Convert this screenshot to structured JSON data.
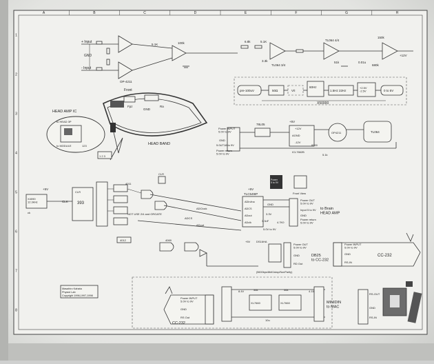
{
  "grid": {
    "top_letters": [
      "A",
      "B",
      "C",
      "D",
      "E",
      "F",
      "G",
      "H"
    ],
    "left_numbers": [
      "1",
      "2",
      "3",
      "4",
      "5",
      "6",
      "7",
      "8"
    ]
  },
  "amp": {
    "input_top": "+ Input",
    "input_bottom": "- Input",
    "gnd": "GND",
    "ic1": "OP-4211",
    "res_5k1": "5.1K",
    "res_100k": "100k",
    "res_33k": "3.3k",
    "cap_1u": "1u",
    "res_68k": "6.8k",
    "res_150k": "150k",
    "res_51k": "51k",
    "ic_tl064": "TL064 3/4",
    "ic_tl064b": "TL064 4/4",
    "v_plus12": "+12V",
    "cap_47n": "4.7n",
    "cap_001u": "0.01u",
    "res_680k": "680k"
  },
  "chain": {
    "in_label": "pre-100uV",
    "stage1": "50Ω",
    "stage2": "V/I",
    "stage3": "60Hz",
    "stage4": "1.5Hz  22Hz",
    "stage5": "+2.5V\n-2.5V",
    "out_label": "0 to 5V",
    "gain_label": "X50000"
  },
  "head": {
    "front": "Front",
    "rectus": "Ra",
    "pz": "Fpz",
    "gnd": "GND",
    "band": "HEAD BAND",
    "amp_ic": "HEAD AMP IC",
    "to_head": "to HEAD 3P",
    "to_module": "to MODULE",
    "module_val": "123",
    "conn": "1 2 3"
  },
  "power": {
    "reg": "78L05",
    "v5": "+5V",
    "v12": "+12V",
    "v_minus12": "-12V",
    "agnd": "AGND",
    "icl": "ICL7662B",
    "op": "OP4211",
    "tl": "TL064",
    "in_label": "Power INPUT\n5.0V to 9V",
    "gnd": "GND",
    "out_label": "5.0UT18 to 9V",
    "return_label": "Power return\n5.0V to 9V",
    "res_6k": "6000",
    "res_out": "5.1k"
  },
  "digital": {
    "v5": "+5V",
    "osc": "X4090\n12.3kHz",
    "osc_pin": "ck",
    "clk": "CLK",
    "counter": "393",
    "nand": "CLR",
    "label1": "NOT USE 2/4 and ORGATE",
    "ic1": "4011",
    "ic2": "4012",
    "ic3": "4069",
    "clr_tag": "CLR",
    "adclock": "ADClock",
    "adcs": "ADCS",
    "adout": "ADout"
  },
  "adc": {
    "chip": "TLC549IP",
    "pins": [
      "ADIn/ina",
      "ADCS",
      "ADout",
      "ADclk"
    ],
    "v5": "+5V",
    "gnd": "GND",
    "v33": "3.3V",
    "c33": "3.3nF",
    "power_label": "Power\n5 to 9V",
    "v_out": "Power OUT\n5.0V to 9V",
    "input": "Input 5 to 9V",
    "gnd2": "GND",
    "ret": "Power return\n5.0V to 9V",
    "to_brain": "to Brain\nHEAD AMP",
    "front_view": "Front View",
    "r4k7": "4.7K0",
    "r5v": "5.0V to 9V"
  },
  "rs232": {
    "chip": "DS16HA",
    "v5": "+5V",
    "out_label": "Power OUT\n5.0V to 9V",
    "gnd": "GND",
    "data": "RD Out",
    "db25": "DB25\nto CC-232",
    "baud": "(5600bps/8bit/1stop/NonParity)",
    "cc232": "CC-232",
    "power_in": "Power INPUT\n5.0V to 9V",
    "gnd2": "GND",
    "rs_in": "RS-IN"
  },
  "credit": {
    "line1": "Masahiro Kahata",
    "line2": "Physiol Lab",
    "line3": "Copyright 1996,1997,1998"
  },
  "bottom": {
    "cc232": "CC-232",
    "power_in": "Power INPUT\n5.0V to 9V",
    "gnd": "GND",
    "rs_out": "RS Out",
    "v8": "8.4V",
    "v415": "4.15V",
    "res1": "56k",
    "res2": "56k",
    "ic1": "XL7660",
    "ic2": "XL7660",
    "cap": "10u",
    "minidin": "MINIDIN\nto MAC",
    "rs_out2": "RS-OUT",
    "gnd2": "GND",
    "rs_in": "RS-IN"
  }
}
